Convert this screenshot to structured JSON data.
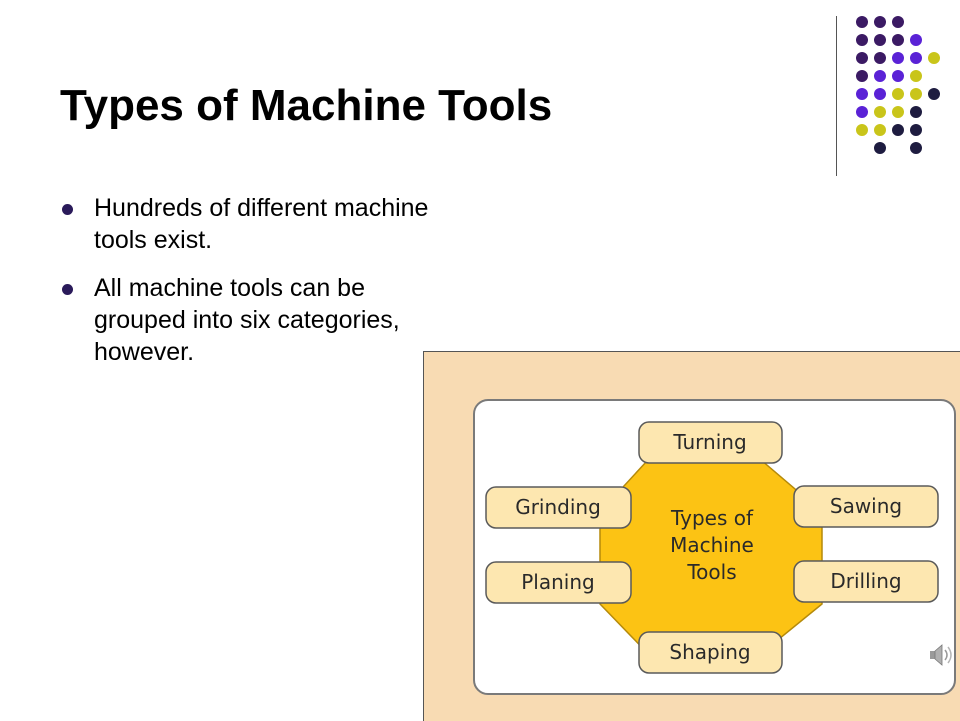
{
  "slide": {
    "title": "Types of Machine Tools",
    "bullets": [
      "Hundreds of different machine tools exist.",
      "All machine tools can be grouped into six categories, however."
    ]
  },
  "diagram": {
    "center": [
      "Types of",
      "Machine",
      "Tools"
    ],
    "categories": {
      "top": "Turning",
      "left_upper": "Grinding",
      "right_upper": "Sawing",
      "left_lower": "Planing",
      "right_lower": "Drilling",
      "bottom": "Shaping"
    }
  },
  "icons": {
    "audio": "speaker-icon"
  },
  "colors": {
    "title": "#000000",
    "figure_background": "#f8dbb3",
    "octagon": "#fcc314",
    "box_fill": "#fde7b0",
    "decor_dark": "#3b1a64",
    "decor_purple": "#5a22d6",
    "decor_olive": "#c9c51a",
    "decor_navy": "#1e1c40"
  }
}
